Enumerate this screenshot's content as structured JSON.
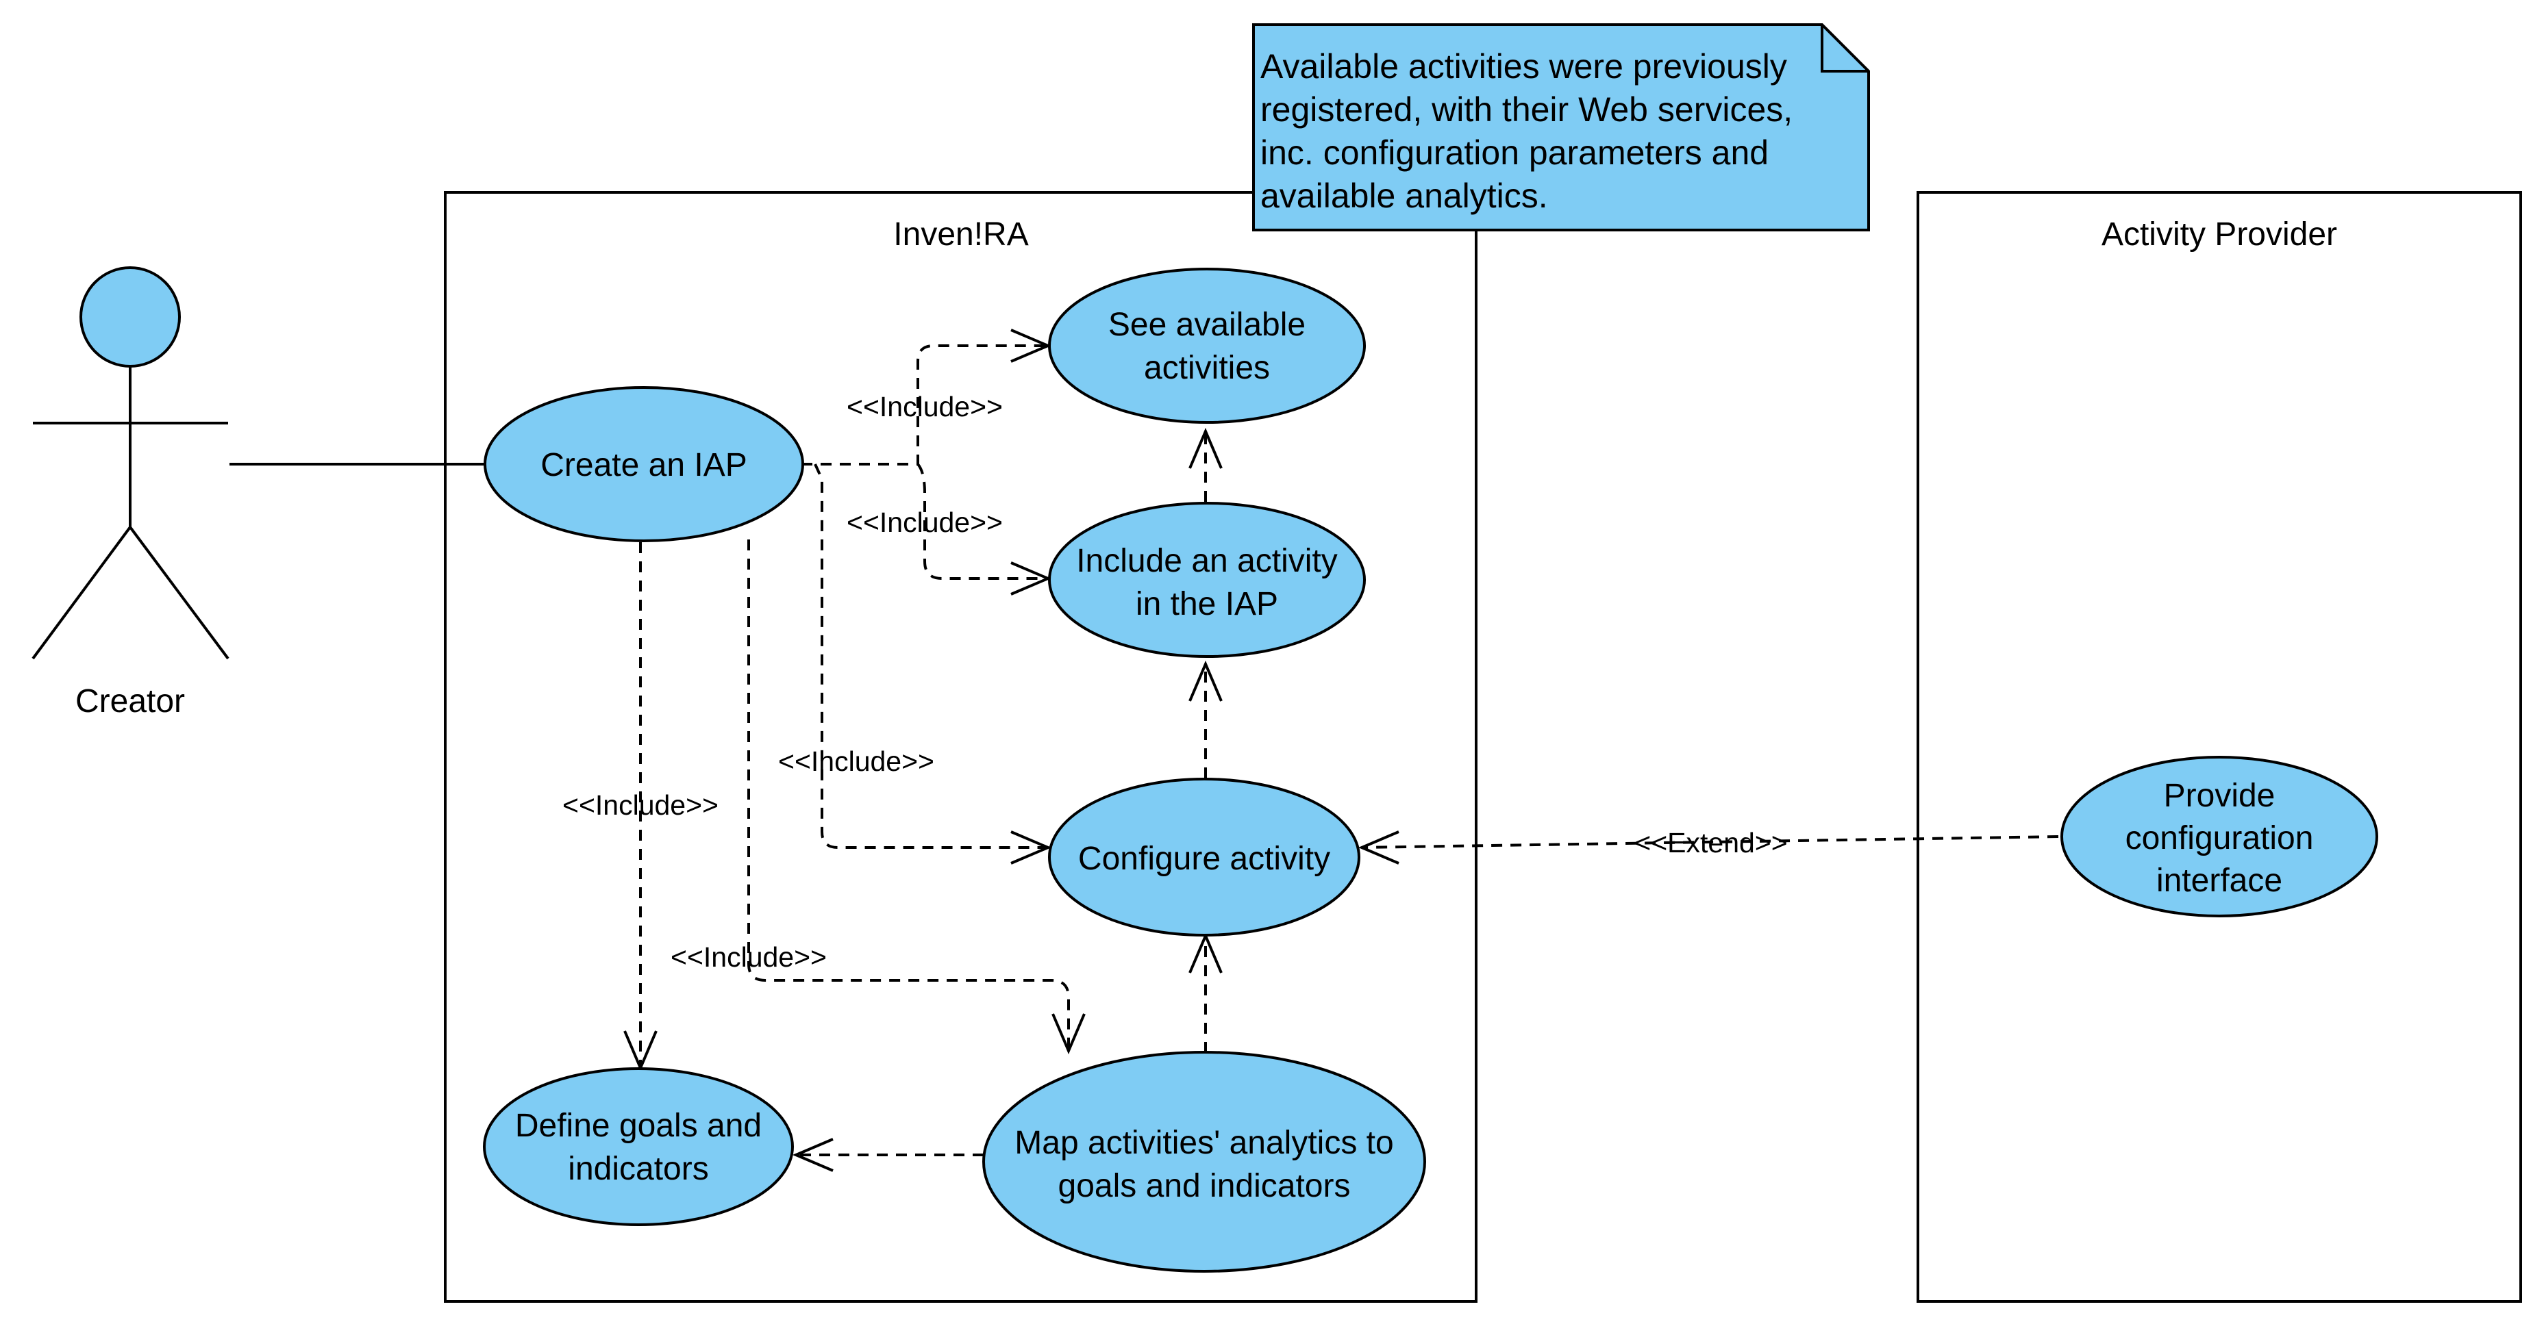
{
  "diagram": {
    "actor": {
      "name": "Creator",
      "icon": "stick-figure-actor-icon"
    },
    "systems": [
      {
        "id": "invenra",
        "title": "Inven!RA"
      },
      {
        "id": "provider",
        "title": "Activity Provider"
      }
    ],
    "note": {
      "lines": [
        "Available activities were previously",
        "registered, with their Web services,",
        "inc. configuration parameters and",
        "available analytics."
      ]
    },
    "use_cases": {
      "create_iap": [
        "Create an IAP"
      ],
      "see_activities": [
        "See available",
        "activities"
      ],
      "include_activity": [
        "Include an activity",
        "in the IAP"
      ],
      "configure_activity": [
        "Configure activity"
      ],
      "define_goals": [
        "Define goals and",
        "indicators"
      ],
      "map_analytics": [
        "Map activities' analytics to",
        "goals and indicators"
      ],
      "provide_interface": [
        "Provide",
        "configuration",
        "interface"
      ]
    },
    "relations": {
      "include_see": "<<Include>>",
      "include_include": "<<Include>>",
      "include_configure": "<<Include>>",
      "include_define": "<<Include>>",
      "include_map": "<<Include>>",
      "extend_configure": "<<Extend>>"
    },
    "colors": {
      "use_case_fill": "#7fccf4",
      "note_fill": "#7fccf4",
      "line": "#000000"
    }
  }
}
